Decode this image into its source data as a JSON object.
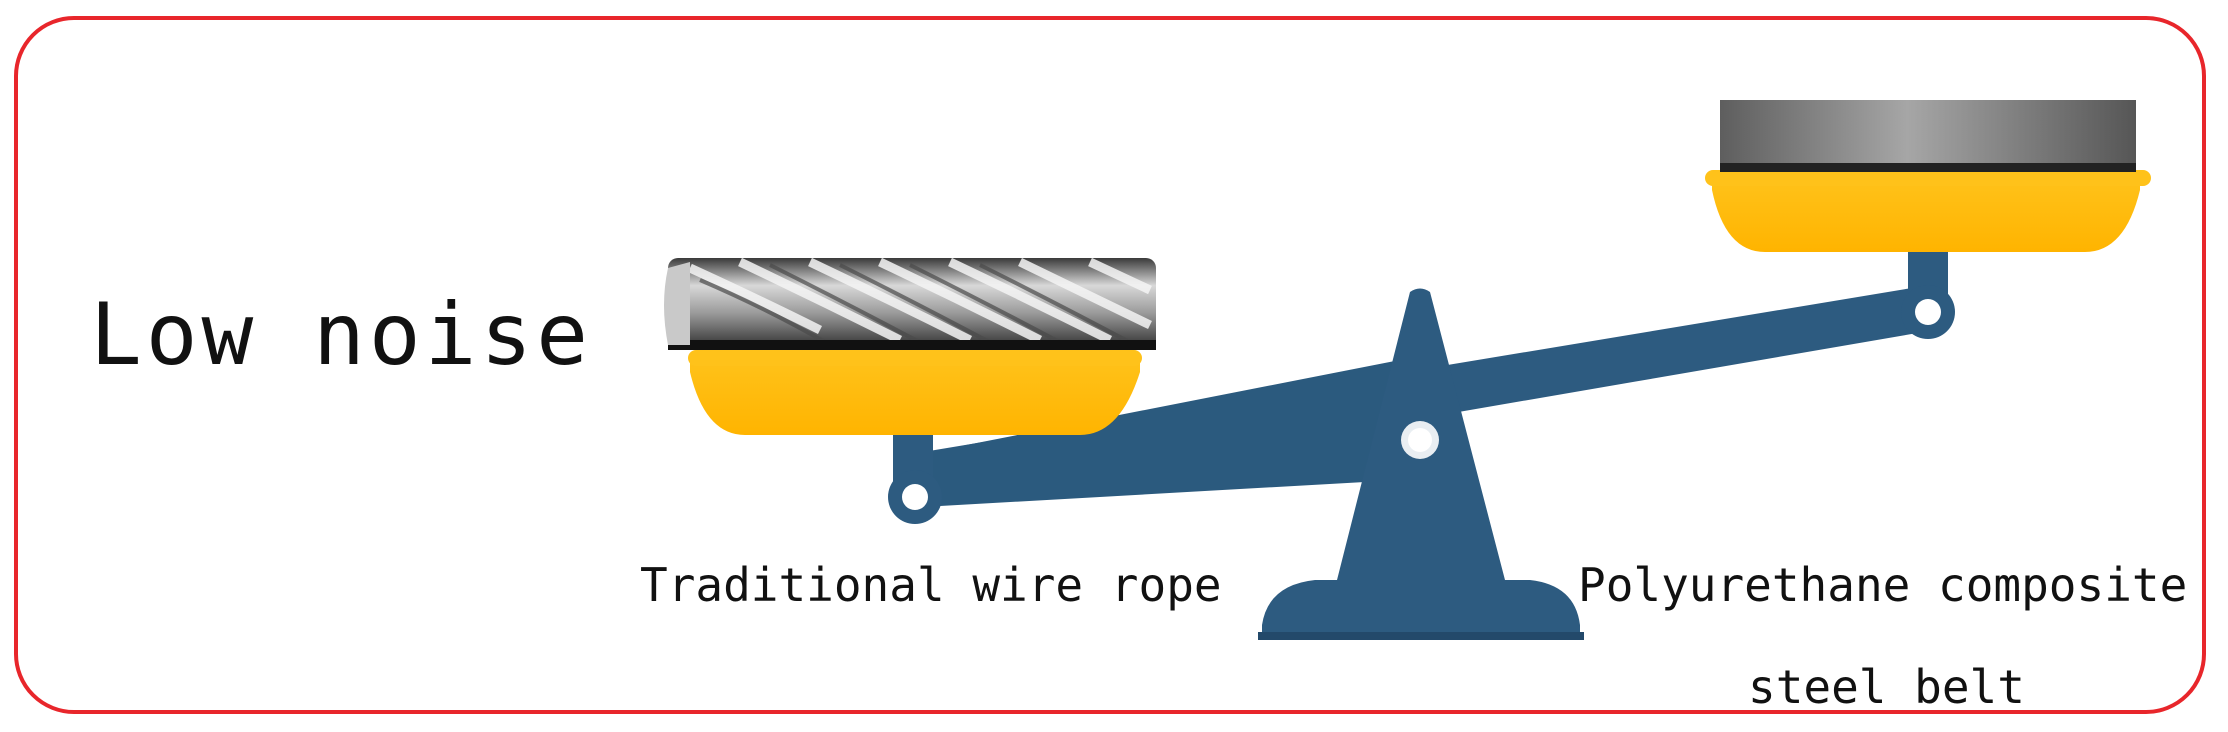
{
  "title": "Low noise",
  "labels": {
    "left": "Traditional wire rope",
    "right_line1": "Polyurethane composite",
    "right_line2": "steel belt"
  },
  "colors": {
    "frame": "#e8262b",
    "scale_body": "#2d5b80",
    "pan": "#ffbf0f",
    "steel_belt": "#8a8a8a",
    "wire_rope": "#b8b8b8"
  }
}
